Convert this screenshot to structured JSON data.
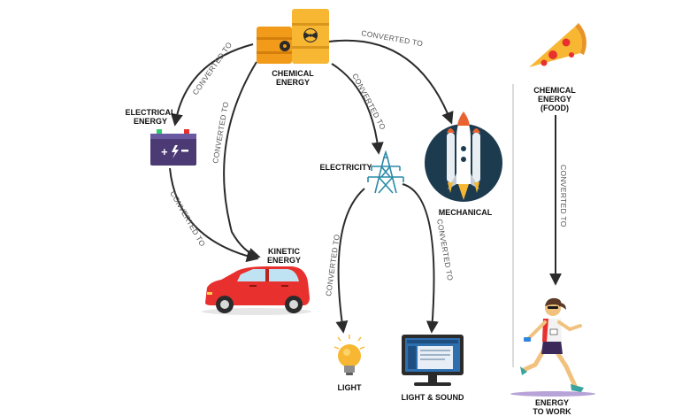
{
  "nodes": {
    "chemical": {
      "label_line1": "CHEMICAL",
      "label_line2": "ENERGY"
    },
    "electrical": {
      "label_line1": "ELECTRICAL",
      "label_line2": "ENERGY"
    },
    "kinetic": {
      "label_line1": "KINETIC",
      "label_line2": "ENERGY"
    },
    "electricity": {
      "label": "ELECTRICITY"
    },
    "mechanical": {
      "label": "MECHANICAL"
    },
    "light": {
      "label": "LIGHT"
    },
    "light_sound": {
      "label": "LIGHT & SOUND"
    },
    "food": {
      "label_line1": "CHEMICAL",
      "label_line2": "ENERGY",
      "label_line3": "(FOOD)"
    },
    "work": {
      "label_line1": "ENERGY",
      "label_line2": "TO WORK"
    }
  },
  "edges": {
    "chem_to_electrical": "CONVERTED TO",
    "chem_to_kinetic": "CONVERTED TO",
    "chem_to_mechanical": "CONVERTED TO",
    "chem_to_electricity": "CONVERTED TO",
    "electrical_to_kinetic": "CONVERTED TO",
    "electricity_to_light": "CONVERTED TO",
    "electricity_to_light_sound": "CONVERTED TO",
    "food_to_work": "CONVERTED TO"
  },
  "colors": {
    "arrow": "#2b2b2b",
    "barrel": "#f4a81d",
    "battery": "#4b3a73",
    "car": "#e8312f",
    "rocket_bg": "#1d3b4f",
    "divider": "#cfcfcf"
  }
}
